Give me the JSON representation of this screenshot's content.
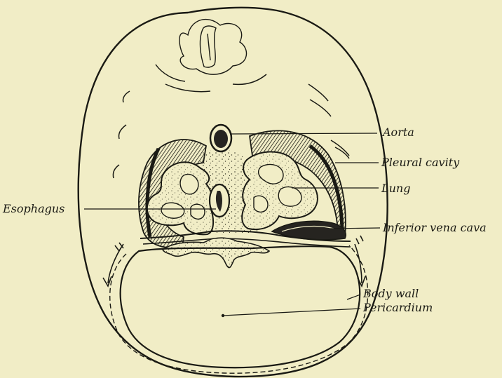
{
  "labels": {
    "aorta": "Aorta",
    "pleural_cavity": "Pleural cavity",
    "lung": "Lung",
    "esophagus": "Esophagus",
    "inferior_vena_cava": "Inferior vena cava",
    "body_wall": "Body wall",
    "pericardium": "Pericardium"
  },
  "colors": {
    "background": "#f1edc6",
    "ink": "#1a1a14",
    "dark_fill": "#262420"
  }
}
